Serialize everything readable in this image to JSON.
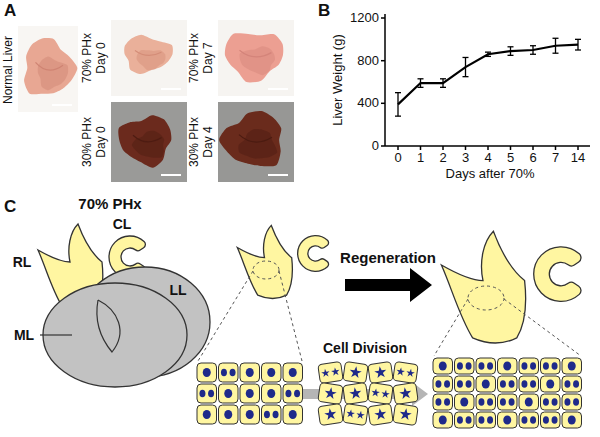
{
  "diagram": {
    "labels": [
      "A",
      "Normal Liver",
      "70% PHx Day 0",
      "70% PHx Day 7",
      "30% PHx Day 0",
      "30% PHx Day 4",
      "B",
      "Liver Weight (g)",
      "1200",
      "800",
      "400",
      "0",
      "0",
      "1",
      "2",
      "3",
      "4",
      "5",
      "6",
      "7",
      "14",
      "Days after 70%",
      "C",
      "70% PHx",
      "RL",
      "CL",
      "LL",
      "ML",
      "Regeneration",
      "Cell Division"
    ]
  }
}
